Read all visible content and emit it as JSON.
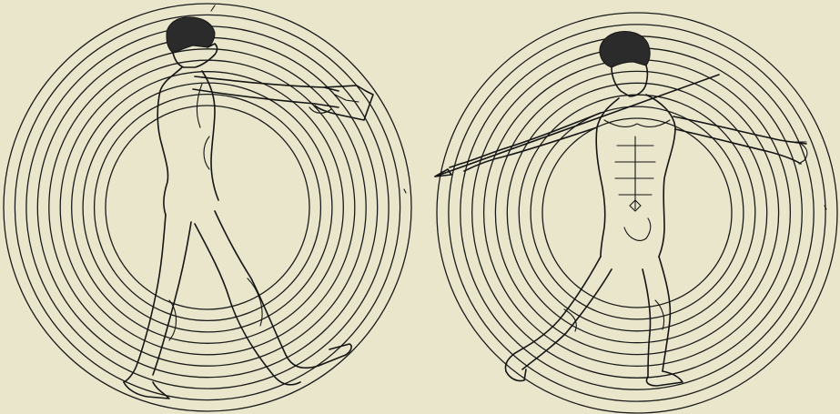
{
  "figures": [
    {
      "name": "left-disc",
      "subject": "athlete-side-view",
      "ring_count": 10
    },
    {
      "name": "right-disc",
      "subject": "athlete-with-spear-front-view",
      "ring_count": 10
    }
  ],
  "colors": {
    "background": "#e9e6cc",
    "ink": "#151515"
  }
}
